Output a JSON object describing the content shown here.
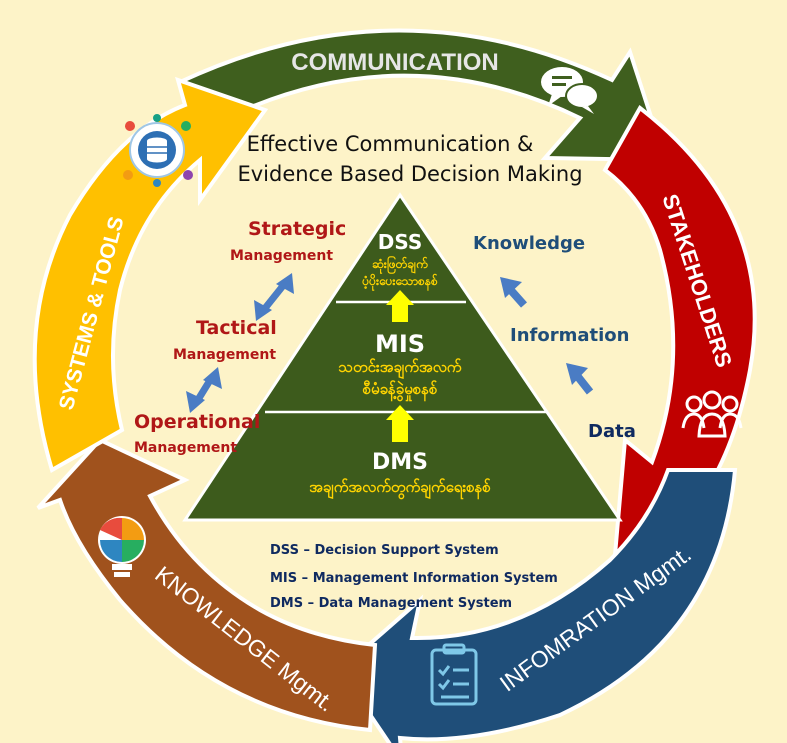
{
  "diagram": {
    "title_line1": "Effective Communication &",
    "title_line2": "Evidence Based Decision Making",
    "ring": {
      "communication": "COMMUNICATION",
      "stakeholders": "STAKEHOLDERS",
      "information": "INFOMRATION Mgmt.",
      "knowledge": "KNOWLEDGE Mgmt.",
      "systems": "SYSTEMS & TOOLS"
    },
    "pyramid": {
      "dss_title": "DSS",
      "dss_sub_1": "ဆုံးဖြတ်ချက်",
      "dss_sub_2": "ပံ့ပိုးပေးသောစနစ်",
      "mis_title": "MIS",
      "mis_sub_1": "သတင်းအချက်အလက်",
      "mis_sub_2": "စီမံခန့်ခွဲမှုစနစ်",
      "dms_title": "DMS",
      "dms_sub": "အချက်အလက်တွက်ချက်ရေးစနစ်"
    },
    "management": {
      "strategic": "Strategic",
      "strategic_sub": "Management",
      "tactical": "Tactical",
      "tactical_sub": "Management",
      "operational": "Operational",
      "operational_sub": "Management"
    },
    "hierarchy": {
      "knowledge": "Knowledge",
      "information": "Information",
      "data": "Data"
    },
    "legend": [
      "DSS – Decision Support System",
      "MIS – Management Information System",
      "DMS – Data Management System"
    ],
    "colors": {
      "background": "#fdf3c8",
      "communication": "#3f5f1e",
      "stakeholders": "#c00000",
      "information": "#1f4e79",
      "knowledge": "#a0521d",
      "systems": "#ffc000",
      "pyramid": "#3d5b1c",
      "arrow_blue": "#4a7cc4",
      "arrow_yellow": "#ffff00"
    },
    "icons": [
      "chat-bubbles-icon",
      "people-icon",
      "clipboard-checklist-icon",
      "lightbulb-puzzle-icon",
      "database-network-icon"
    ]
  }
}
